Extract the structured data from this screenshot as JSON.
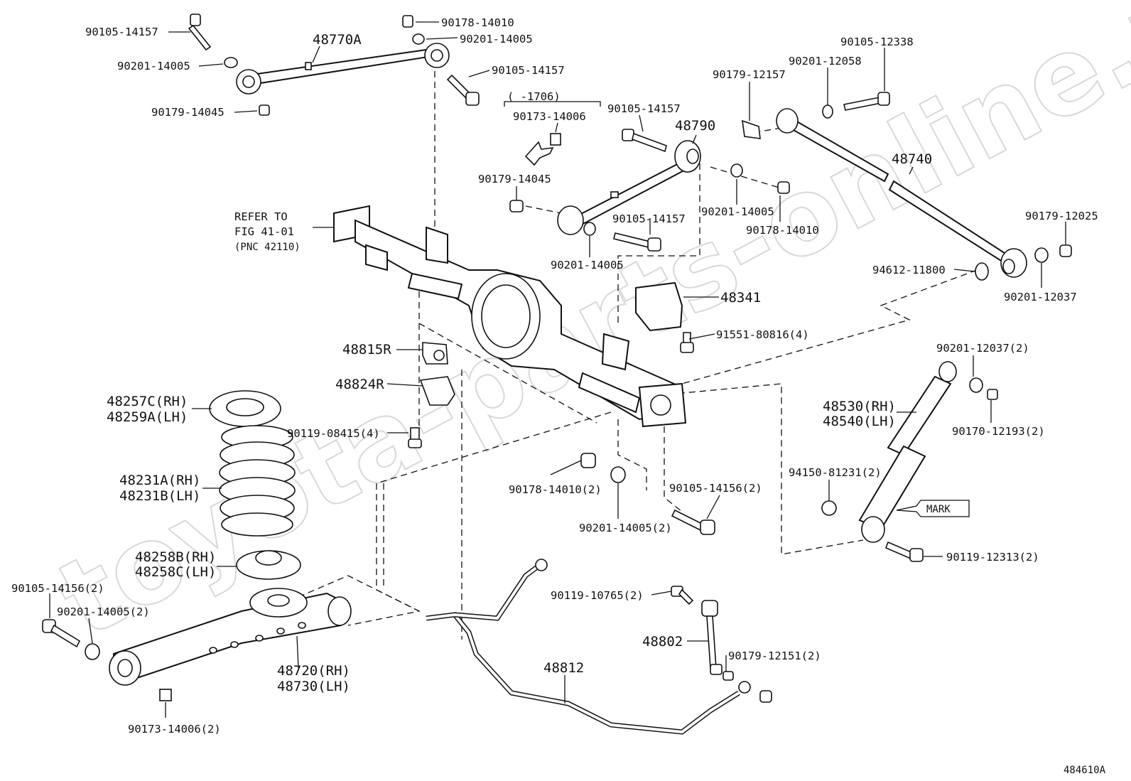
{
  "diagram": {
    "watermark": "toyota-parts-online.ru",
    "figure_code": "484610A",
    "refer": {
      "line1": "REFER TO",
      "line2": "FIG 41-01",
      "line3": "(PNC 42110)"
    },
    "period_note": "(      -1706)",
    "mark_label": "MARK",
    "labels": {
      "p90105_14157_a": "90105-14157",
      "p48770A": "48770A",
      "p90178_14010_a": "90178-14010",
      "p90201_14005_a": "90201-14005",
      "p90201_14005_b": "90201-14005",
      "p90105_14157_b": "90105-14157",
      "p90179_14045_a": "90179-14045",
      "p90173_14006_a": "90173-14006",
      "p90105_14157_c": "90105-14157",
      "p48790": "48790",
      "p90179_14045_b": "90179-14045",
      "p90201_14005_c": "90201-14005",
      "p90178_14010_b": "90178-14010",
      "p90105_14157_d": "90105-14157",
      "p90201_14005_d": "90201-14005",
      "p90179_12157": "90179-12157",
      "p90201_12058": "90201-12058",
      "p90105_12338": "90105-12338",
      "p48740": "48740",
      "p90179_12025": "90179-12025",
      "p94612_11800": "94612-11800",
      "p90201_12037": "90201-12037",
      "p48341": "48341",
      "p91551_80816": "91551-80816(4)",
      "p48815R": "48815R",
      "p48824R": "48824R",
      "p90119_08415": "90119-08415(4)",
      "p48257C": "48257C(RH)",
      "p48259A": "48259A(LH)",
      "p48231A": "48231A(RH)",
      "p48231B": "48231B(LH)",
      "p48258B": "48258B(RH)",
      "p48258C": "48258C(LH)",
      "p90105_14156_a": "90105-14156(2)",
      "p90201_14005_e": "90201-14005(2)",
      "p48720": "48720(RH)",
      "p48730": "48730(LH)",
      "p90173_14006_b": "90173-14006(2)",
      "p90178_14010_c": "90178-14010(2)",
      "p90201_14005_f": "90201-14005(2)",
      "p90105_14156_b": "90105-14156(2)",
      "p90201_12037_b": "90201-12037(2)",
      "p48530": "48530(RH)",
      "p48540": "48540(LH)",
      "p90170_12193": "90170-12193(2)",
      "p94150_81231": "94150-81231(2)",
      "p90119_12313": "90119-12313(2)",
      "p90119_10765": "90119-10765(2)",
      "p48802": "48802",
      "p90179_12151": "90179-12151(2)",
      "p48812": "48812"
    }
  }
}
